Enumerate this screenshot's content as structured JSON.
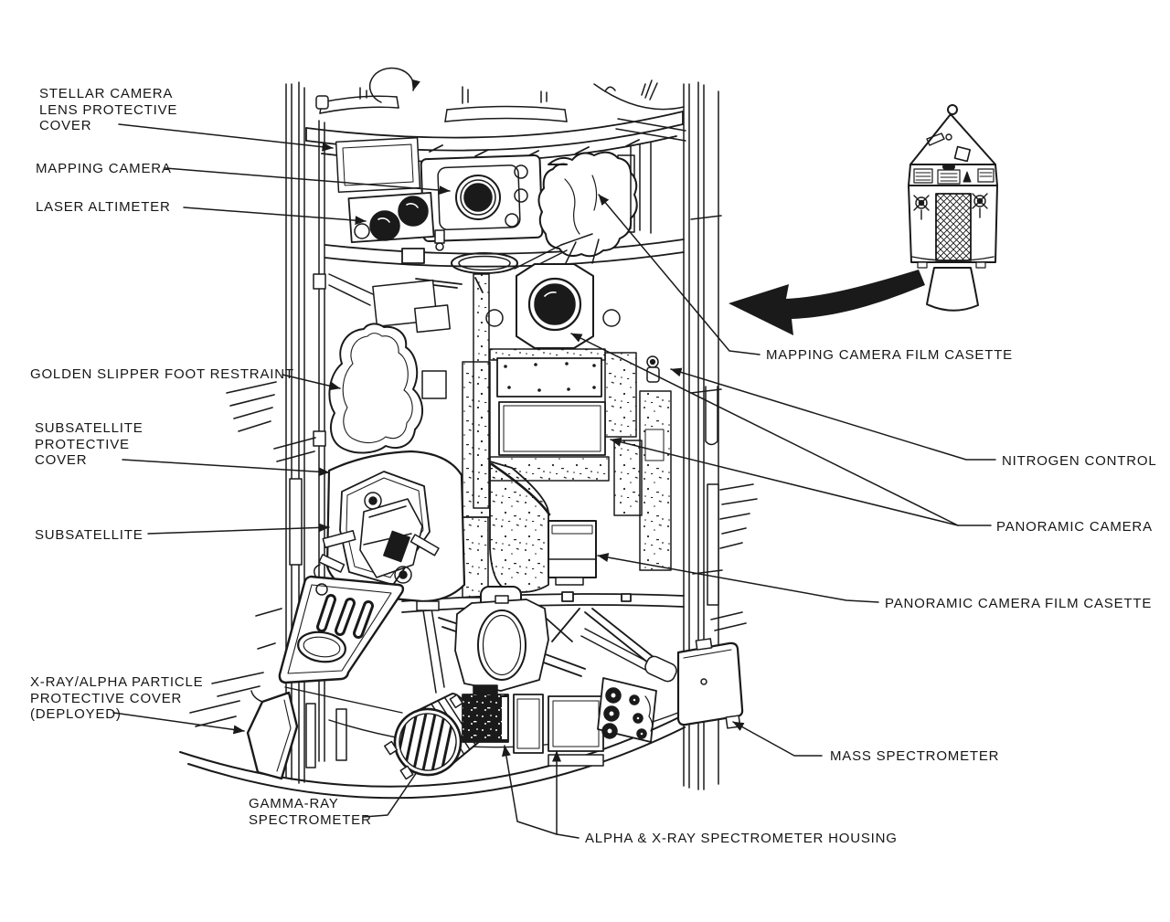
{
  "figure": {
    "type": "technical-cutaway-diagram",
    "subject": "Apollo Service Module scientific instrument module (SIM) bay cutaway with labeled experiments",
    "colors": {
      "ink": "#1a1a1a",
      "paper": "#ffffff"
    }
  },
  "labels": {
    "stellar_camera_cover": "STELLAR CAMERA\nLENS PROTECTIVE\nCOVER",
    "mapping_camera": "MAPPING CAMERA",
    "laser_altimeter": "LASER ALTIMETER",
    "golden_slipper": "GOLDEN SLIPPER FOOT RESTRAINT",
    "subsatellite_protective_cover": "SUBSATELLITE\nPROTECTIVE\nCOVER",
    "subsatellite": "SUBSATELLITE",
    "xray_alpha_cover": "X-RAY/ALPHA PARTICLE\nPROTECTIVE COVER\n(DEPLOYED)",
    "gamma_ray_spectrometer": "GAMMA-RAY\nSPECTROMETER",
    "alpha_xray_housing": "ALPHA & X-RAY SPECTROMETER HOUSING",
    "mass_spectrometer": "MASS SPECTROMETER",
    "mapping_camera_film_casette": "MAPPING CAMERA FILM CASETTE",
    "nitrogen_control": "NITROGEN CONTROL",
    "panoramic_camera": "PANORAMIC CAMERA",
    "panoramic_camera_film_casette": "PANORAMIC CAMERA FILM CASETTE"
  }
}
